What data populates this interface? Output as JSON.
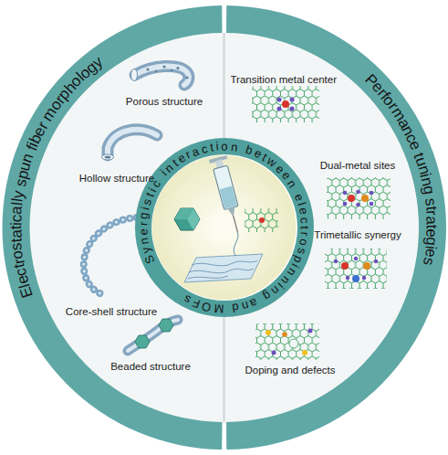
{
  "diagram": {
    "nodes": [
      {
        "text": [
          "Electrostatically spun fiber morphology"
        ]
      },
      {
        "text": [
          "Performance tuning strategies"
        ]
      },
      {
        "text": [
          "Synergistic interaction between electrospinning and MOFs"
        ]
      }
    ],
    "labels": [
      "Porous structure",
      "Hollow structure",
      "Core-shell structure",
      "Beaded structure",
      "Transition metal center",
      "Dual-metal sites",
      "Trimetallic synergy",
      "Doping and defects"
    ]
  }
}
